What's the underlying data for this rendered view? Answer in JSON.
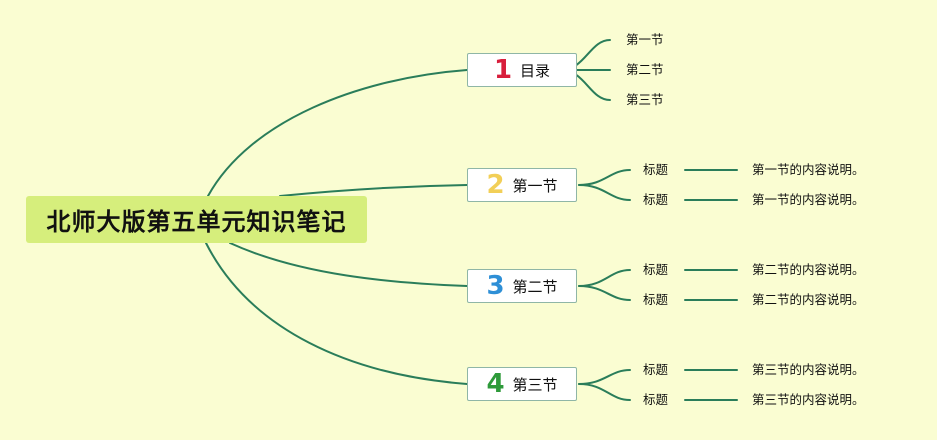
{
  "root": {
    "title": "北师大版第五单元知识笔记"
  },
  "branches": [
    {
      "number": "1",
      "number_color": "#d81e3c",
      "label": "目录",
      "items": [
        "第一节",
        "第二节",
        "第三节"
      ]
    },
    {
      "number": "2",
      "number_color": "#f2cf57",
      "label": "第一节",
      "rows": [
        {
          "title": "标题",
          "desc": "第一节的内容说明。"
        },
        {
          "title": "标题",
          "desc": "第一节的内容说明。"
        }
      ]
    },
    {
      "number": "3",
      "number_color": "#2e8fd6",
      "label": "第二节",
      "rows": [
        {
          "title": "标题",
          "desc": "第二节的内容说明。"
        },
        {
          "title": "标题",
          "desc": "第二节的内容说明。"
        }
      ]
    },
    {
      "number": "4",
      "number_color": "#2e9a3a",
      "label": "第三节",
      "rows": [
        {
          "title": "标题",
          "desc": "第三节的内容说明。"
        },
        {
          "title": "标题",
          "desc": "第三节的内容说明。"
        }
      ]
    }
  ],
  "colors": {
    "background": "#fafdd2",
    "root_fill": "#d6ee7c",
    "edge": "#2a7d5a"
  }
}
